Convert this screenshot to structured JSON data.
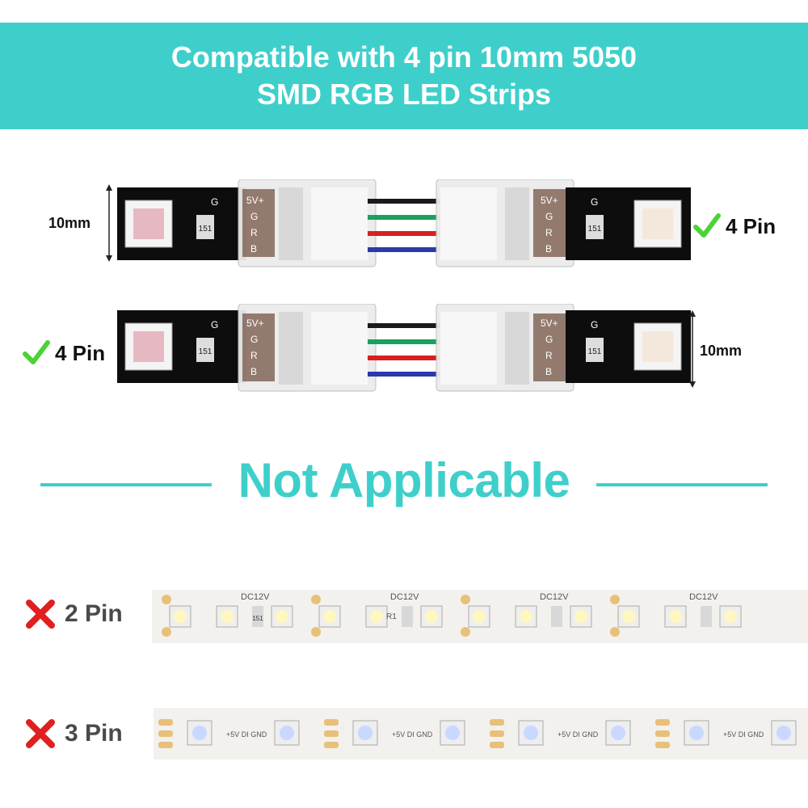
{
  "banner": {
    "line1": "Compatible with 4 pin 10mm 5050",
    "line2": "SMD RGB LED Strips"
  },
  "connectors": [
    {
      "dimension": "10mm",
      "pin_label": "4 Pin",
      "check_icon": "check-icon",
      "clip_pins": [
        "5V+",
        "G",
        "R",
        "B"
      ],
      "resistor_code": "151",
      "pad_letter": "G"
    },
    {
      "dimension": "10mm",
      "pin_label": "4 Pin",
      "check_icon": "check-icon",
      "clip_pins": [
        "5V+",
        "G",
        "R",
        "B"
      ],
      "resistor_code": "151",
      "pad_letter": "G"
    }
  ],
  "not_applicable": {
    "title": "Not Applicable"
  },
  "unsupported": [
    {
      "label": "2 Pin",
      "icon": "cross-icon",
      "strip_text": "DC12V",
      "resistor_code": "151",
      "resistor_ref": "R1"
    },
    {
      "label": "3 Pin",
      "icon": "cross-icon",
      "strip_text": "+5V DI GND"
    }
  ],
  "colors": {
    "accent": "#3ecfcb",
    "check": "#4cd137",
    "cross": "#e02020",
    "wire_black": "#1a1a1a",
    "wire_green": "#1aa060",
    "wire_red": "#d82020",
    "wire_blue": "#2a3aa8"
  }
}
